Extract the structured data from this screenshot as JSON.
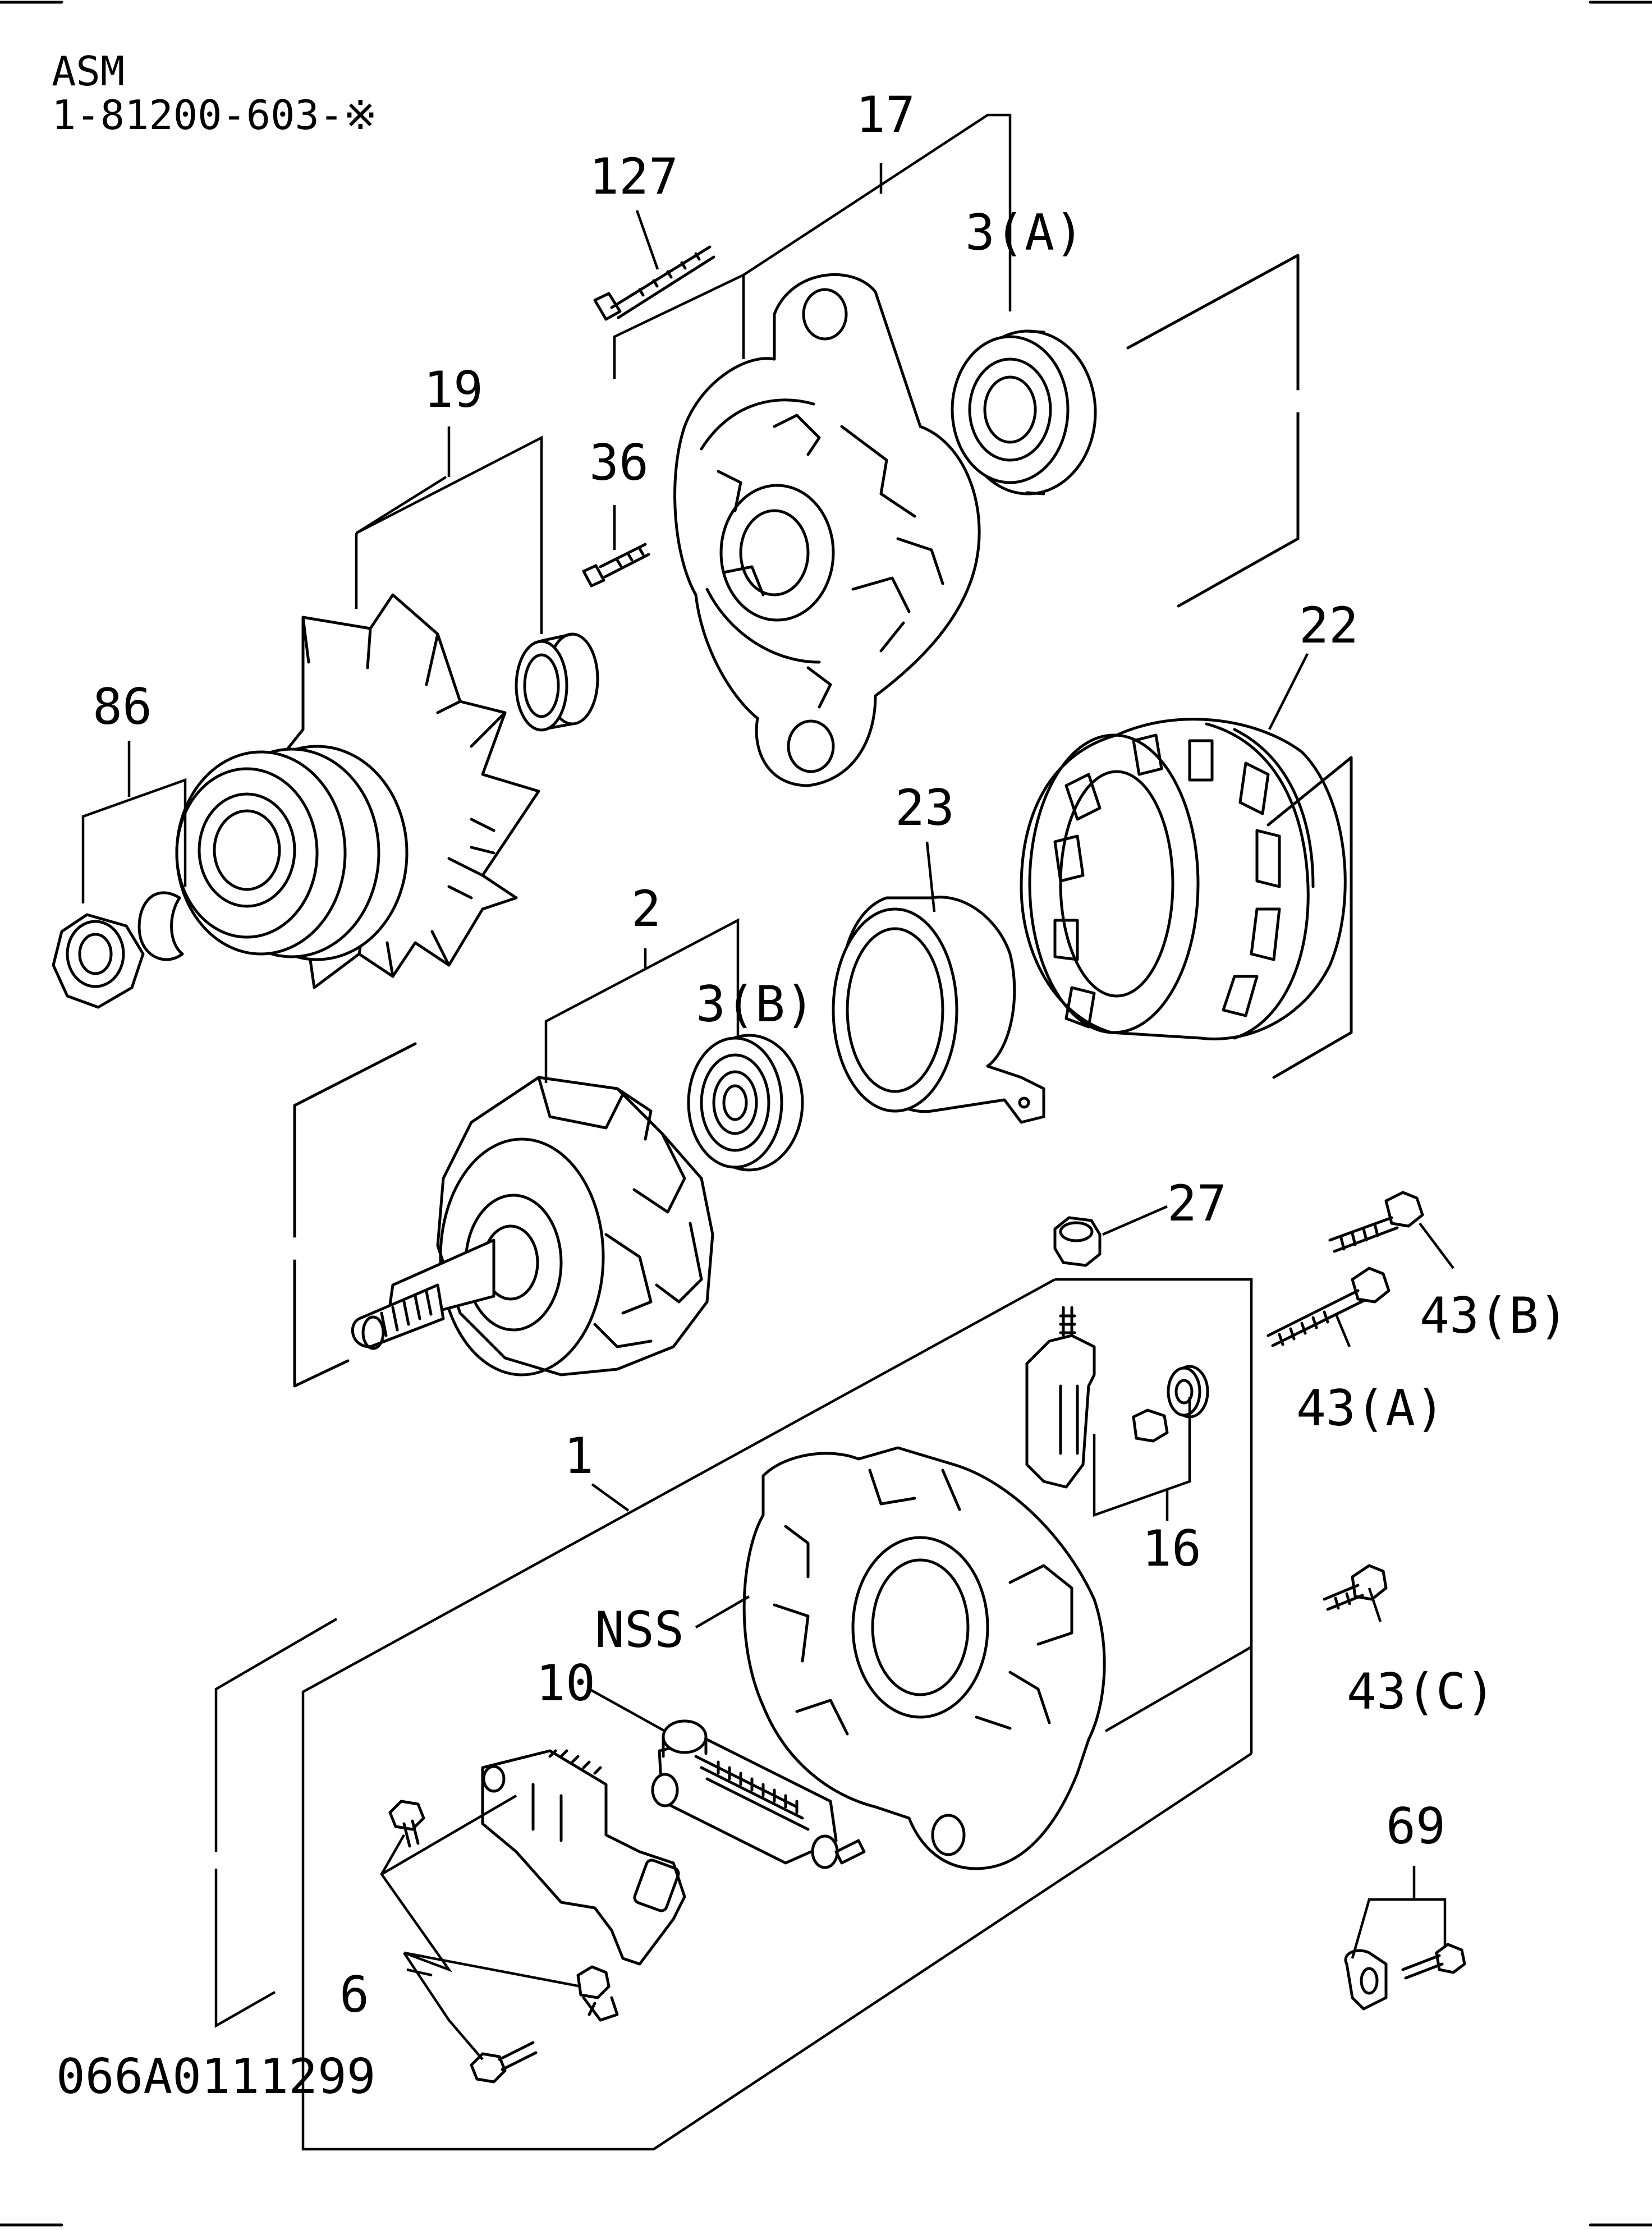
{
  "header": {
    "asm_label": "ASM",
    "part_number": "1-81200-603-※"
  },
  "footer": {
    "diagram_code": "066A0111299"
  },
  "callouts": [
    {
      "id": "127",
      "label": "127"
    },
    {
      "id": "17",
      "label": "17"
    },
    {
      "id": "3A",
      "label": "3(A)"
    },
    {
      "id": "19",
      "label": "19"
    },
    {
      "id": "36",
      "label": "36"
    },
    {
      "id": "86",
      "label": "86"
    },
    {
      "id": "22",
      "label": "22"
    },
    {
      "id": "23",
      "label": "23"
    },
    {
      "id": "2",
      "label": "2"
    },
    {
      "id": "3B",
      "label": "3(B)"
    },
    {
      "id": "27",
      "label": "27"
    },
    {
      "id": "43B",
      "label": "43(B)"
    },
    {
      "id": "43A",
      "label": "43(A)"
    },
    {
      "id": "16",
      "label": "16"
    },
    {
      "id": "1",
      "label": "1"
    },
    {
      "id": "NSS",
      "label": "NSS"
    },
    {
      "id": "10",
      "label": "10"
    },
    {
      "id": "43C",
      "label": "43(C)"
    },
    {
      "id": "69",
      "label": "69"
    },
    {
      "id": "6",
      "label": "6"
    }
  ],
  "components": [
    {
      "name": "through-bolt",
      "icon": "bolt-icon"
    },
    {
      "name": "drive-end-frame",
      "icon": "frame-icon"
    },
    {
      "name": "front-bearing",
      "icon": "bearing-icon"
    },
    {
      "name": "pulley-fan",
      "icon": "pulley-icon"
    },
    {
      "name": "spacer-collar",
      "icon": "collar-icon"
    },
    {
      "name": "pulley-nut",
      "icon": "nut-icon"
    },
    {
      "name": "stator",
      "icon": "stator-icon"
    },
    {
      "name": "bearing-retainer",
      "icon": "retainer-icon"
    },
    {
      "name": "rotor",
      "icon": "rotor-icon"
    },
    {
      "name": "rear-bearing",
      "icon": "bearing-icon"
    },
    {
      "name": "rear-frame",
      "icon": "frame-icon"
    },
    {
      "name": "rectifier",
      "icon": "rectifier-icon"
    },
    {
      "name": "regulator",
      "icon": "regulator-icon"
    },
    {
      "name": "terminal",
      "icon": "terminal-icon"
    },
    {
      "name": "clip-bracket",
      "icon": "clip-icon"
    }
  ]
}
